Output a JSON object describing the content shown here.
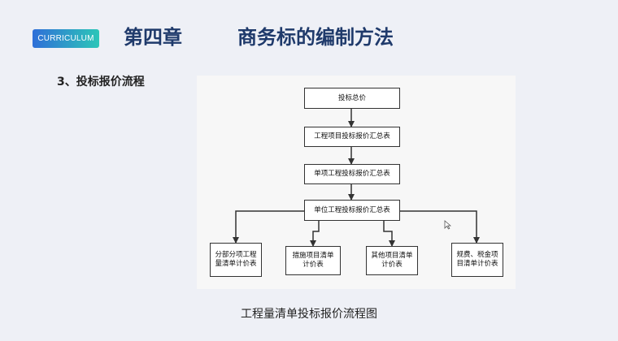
{
  "header": {
    "badge": "CURRICULUM",
    "chapter": "第四章",
    "chapter_title": "商务标的编制方法"
  },
  "section": {
    "title": "3、投标报价流程"
  },
  "flowchart": {
    "nodes": {
      "total": "投标总价",
      "project_summary": "工程项目投标报价汇总表",
      "single_summary": "单项工程投标报价汇总表",
      "unit_summary": "单位工程投标报价汇总表",
      "leaf1": "分部分项工程量清单计价表",
      "leaf2": "措施项目清单计价表",
      "leaf3": "其他项目清单计价表",
      "leaf4": "规费、税金项目清单计价表"
    }
  },
  "caption": "工程量清单投标报价流程图"
}
